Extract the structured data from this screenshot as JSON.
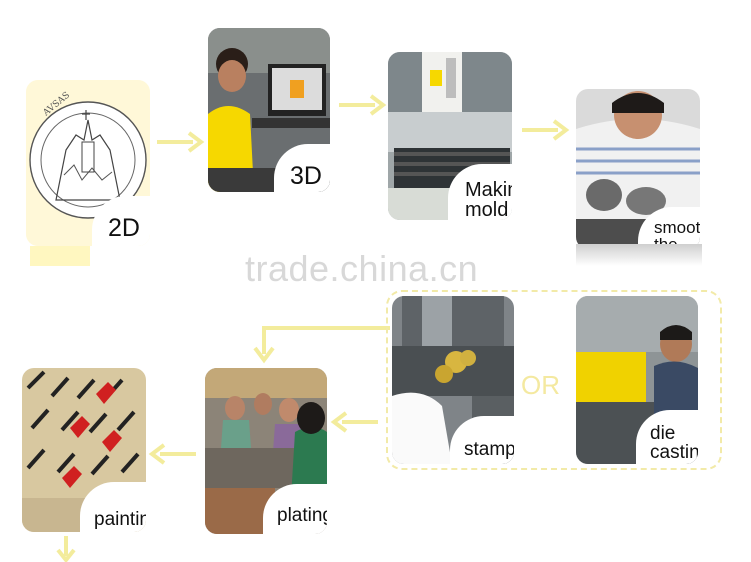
{
  "watermark": "trade.china.cn",
  "connector": "OR",
  "steps": {
    "s2d": {
      "label": [
        "2D"
      ]
    },
    "s3d": {
      "label": [
        "3D"
      ]
    },
    "mold": {
      "label": [
        "Making",
        "mold"
      ]
    },
    "smooth": {
      "label": [
        "smooth",
        "the mold"
      ]
    },
    "stamping": {
      "label": [
        "stamping"
      ]
    },
    "die": {
      "label": [
        "die",
        "casting"
      ]
    },
    "plating": {
      "label": [
        "plating"
      ]
    },
    "painting": {
      "label": [
        "painting"
      ]
    }
  },
  "colors": {
    "arrow": "#f3ec9c",
    "accent_yellow": "#f6d800",
    "dashed_border": "#f2eaa8"
  },
  "icons": {
    "arrow": "arrow-right-icon",
    "arrow_left": "arrow-left-icon",
    "arrow_down": "arrow-down-icon"
  }
}
